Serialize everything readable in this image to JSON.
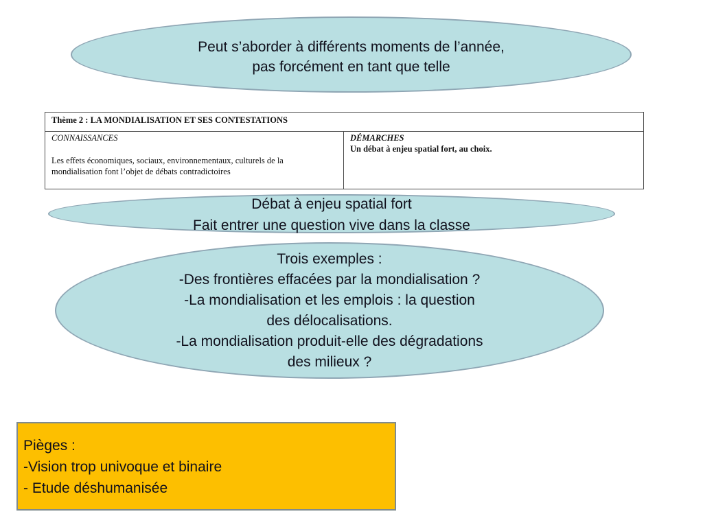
{
  "intro_oval": {
    "lines": [
      "Peut s’aborder à différents moments de l’année,",
      "pas forcément en tant que telle"
    ]
  },
  "program_table": {
    "title": "Thème 2 : LA MONDIALISATION ET SES CONTESTATIONS",
    "left": {
      "heading": "CONNAISSANCES",
      "lines": [
        "Les effets économiques, sociaux, environnementaux, culturels de la",
        "mondialisation font l’objet de débats contradictoires"
      ]
    },
    "right": {
      "heading": "DÉMARCHES",
      "lines": [
        "Un débat à enjeu spatial fort, au choix."
      ]
    }
  },
  "debate_oval": {
    "lines": [
      "Débat à enjeu spatial fort",
      "Fait entrer une question vive dans la classe"
    ]
  },
  "examples_oval": {
    "lines": [
      "Trois exemples :",
      "-Des frontières effacées par la mondialisation ?",
      "-La mondialisation et les emplois : la question",
      "des délocalisations.",
      "-La mondialisation produit-elle des dégradations",
      "des milieux ?"
    ]
  },
  "pitfalls": {
    "lines": [
      "Pièges :",
      "-Vision trop univoque et binaire",
      "- Etude déshumanisée"
    ]
  },
  "colors": {
    "oval_fill": "#b9dfe2",
    "oval_border": "#8fa6b4",
    "pitfalls_fill": "#fdbf00",
    "pitfalls_border": "#7f8b8e",
    "text": "#10101c"
  }
}
